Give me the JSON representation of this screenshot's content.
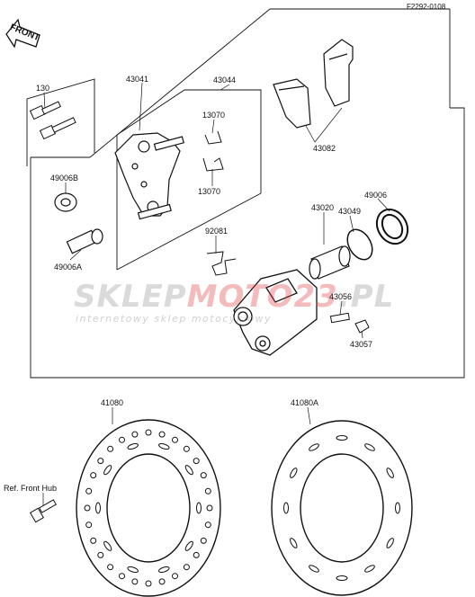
{
  "diagram_code": "F2292-0108",
  "front_arrow": "FRONT",
  "parts": {
    "p130": "130",
    "p43041": "43041",
    "p43044": "43044",
    "p13070a": "13070",
    "p13070b": "13070",
    "p43082": "43082",
    "p49006B": "49006B",
    "p49006A": "49006A",
    "p92081": "92081",
    "p43020": "43020",
    "p43049": "43049",
    "p49006": "49006",
    "p43056": "43056",
    "p43057": "43057",
    "p41080": "41080",
    "p41080A": "41080A"
  },
  "ref_front_hub": "Ref. Front Hub",
  "watermark": {
    "brand_a": "SKLEP",
    "brand_b": "MOTO",
    "brand_c": "23",
    "brand_d": ".PL",
    "tagline": "internetowy sklep motocyklowy"
  }
}
